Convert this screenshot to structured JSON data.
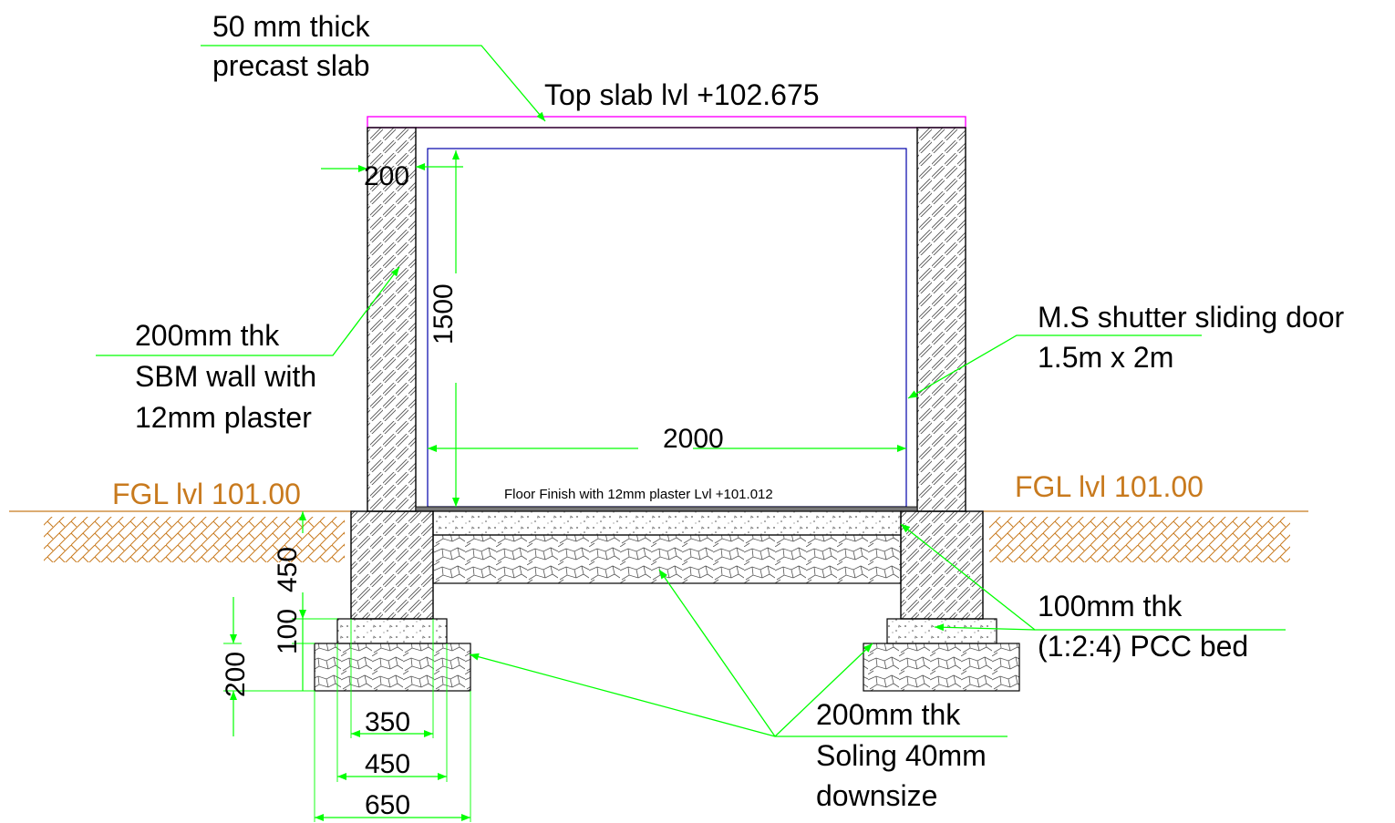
{
  "labels": {
    "precast_slab_line1": "50 mm thick",
    "precast_slab_line2": "precast slab",
    "top_slab_level": "Top slab lvl +102.675",
    "wall_line1": "200mm thk",
    "wall_line2": "SBM wall with",
    "wall_line3": "12mm plaster",
    "door_line1": "M.S shutter sliding door",
    "door_line2": "1.5m x 2m",
    "fgl_left": "FGL lvl  101.00",
    "fgl_right": "FGL lvl  101.00",
    "floor_finish": "Floor Finish with 12mm plaster Lvl +101.012",
    "pcc_line1": "100mm thk",
    "pcc_line2": "(1:2:4) PCC bed",
    "soling_line1": "200mm thk",
    "soling_line2": "Soling 40mm",
    "soling_line3": "downsize"
  },
  "dimensions": {
    "wall_thickness": "200",
    "opening_height": "1500",
    "opening_width": "2000",
    "footing_depth": "450",
    "pcc_thickness": "100",
    "soling_thickness": "200",
    "width_350": "350",
    "width_450": "450",
    "width_650": "650"
  },
  "colors": {
    "leader": "#00ff00",
    "fgl_text": "#c87a1e",
    "slab": "#ff00ff",
    "door": "#0000aa",
    "line": "#000000"
  }
}
